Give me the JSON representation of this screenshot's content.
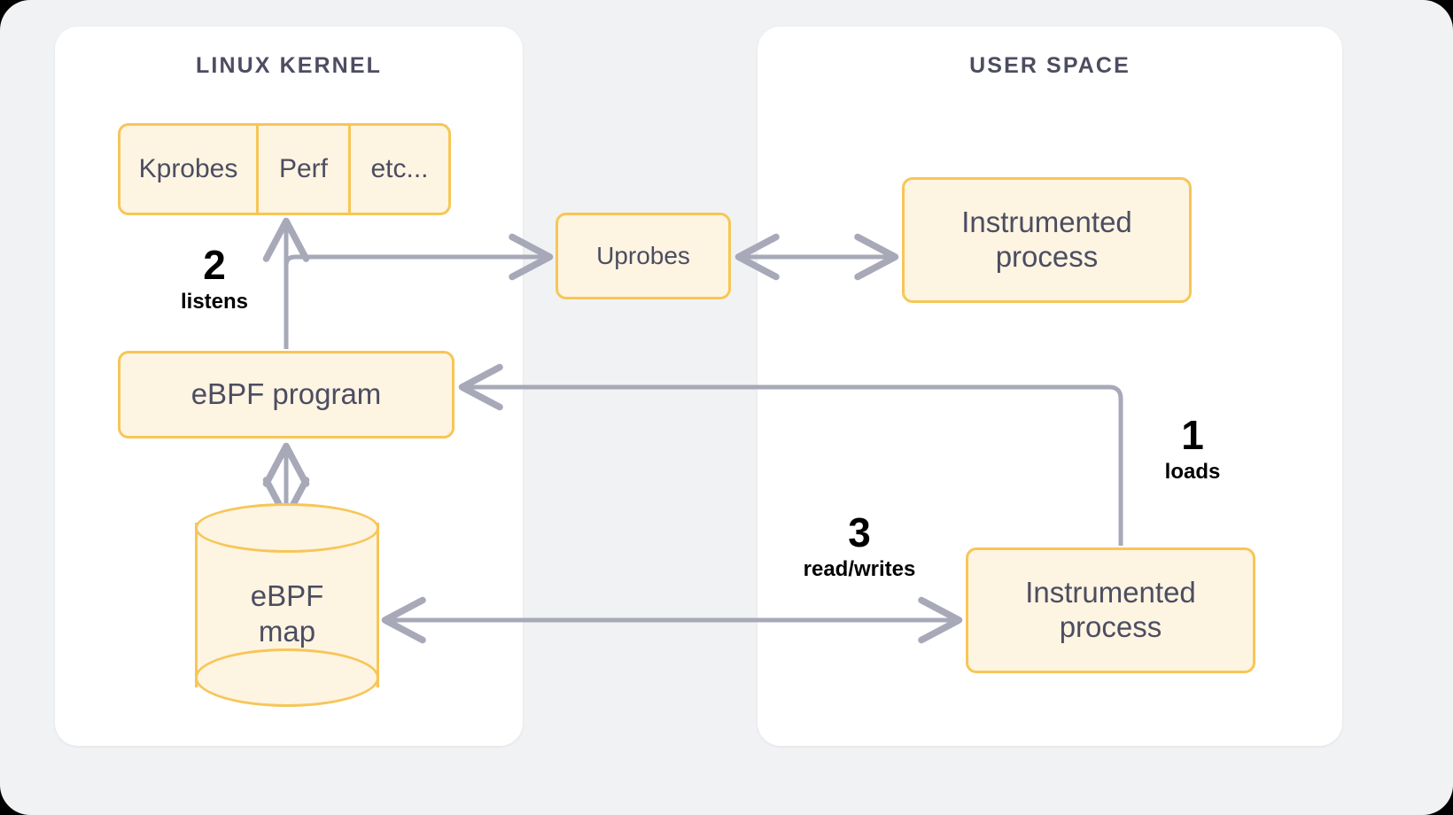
{
  "diagram": {
    "title_left": "LINUX KERNEL",
    "title_right": "USER SPACE",
    "colors": {
      "canvas_background": "#f1f2f4",
      "panel_background": "#ffffff",
      "node_fill": "#fdf4e2",
      "node_border": "#f7c657",
      "node_text": "#4c4d61",
      "panel_title_text": "#4c4d61",
      "connector": "#a8a9b8",
      "step_text": "#000000"
    }
  },
  "kernel": {
    "title": "LINUX KERNEL",
    "probes": [
      {
        "label": "Kprobes"
      },
      {
        "label": "Perf"
      },
      {
        "label": "etc..."
      }
    ],
    "ebpf_program": "eBPF program",
    "ebpf_map_line1": "eBPF",
    "ebpf_map_line2": "map"
  },
  "middle": {
    "uprobes": "Uprobes"
  },
  "user": {
    "title": "USER SPACE",
    "process_top_line1": "Instrumented",
    "process_top_line2": "process",
    "process_bottom_line1": "Instrumented",
    "process_bottom_line2": "process"
  },
  "steps": [
    {
      "number": "1",
      "label": "loads"
    },
    {
      "number": "2",
      "label": "listens"
    },
    {
      "number": "3",
      "label": "read/writes"
    }
  ]
}
